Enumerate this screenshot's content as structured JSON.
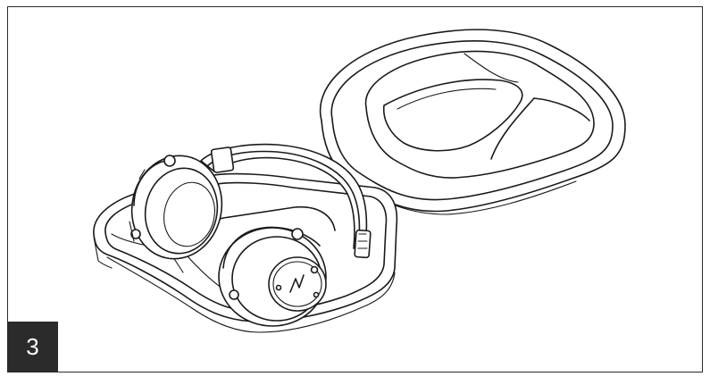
{
  "step": {
    "number": "3"
  },
  "colors": {
    "line": "#1a1a1a",
    "badge_background": "#2b2b2b",
    "badge_text": "#ffffff",
    "background": "#ffffff"
  },
  "illustration": {
    "subject": "headphones-in-open-carrying-case",
    "parts": [
      "case-lid",
      "case-base",
      "headband",
      "left-earcup",
      "right-earcup",
      "logo"
    ]
  }
}
